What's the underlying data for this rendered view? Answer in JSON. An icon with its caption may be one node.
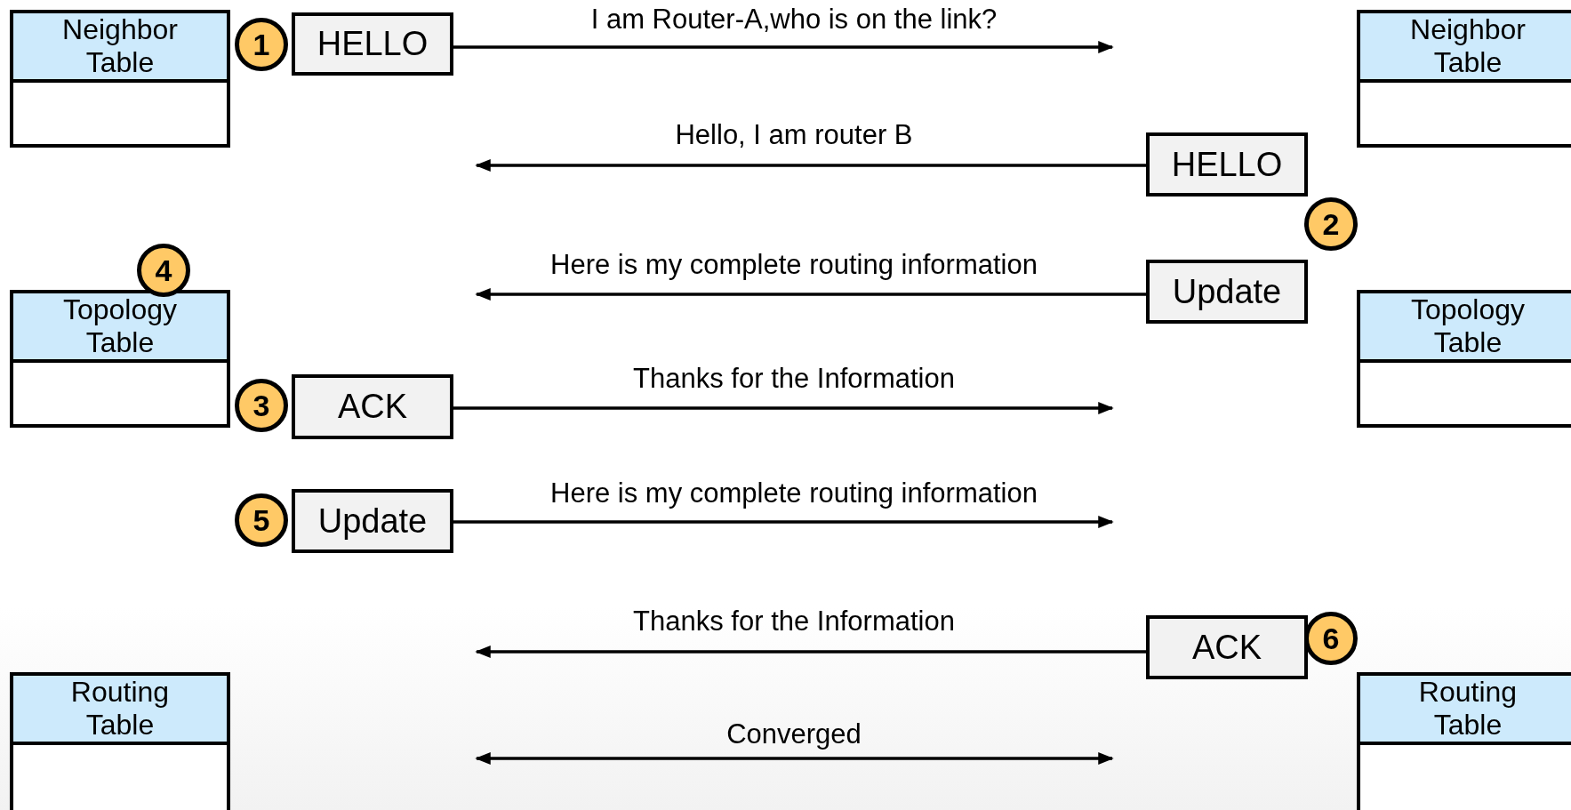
{
  "diagram": {
    "nodes": [
      {
        "text": [
          "Neighbor Table"
        ]
      },
      {
        "text": [
          "1"
        ]
      },
      {
        "text": [
          "HELLO"
        ]
      },
      {
        "text": [
          "Neighbor Table"
        ]
      },
      {
        "text": [
          "HELLO"
        ]
      },
      {
        "text": [
          "2"
        ]
      },
      {
        "text": [
          "4"
        ]
      },
      {
        "text": [
          "Update"
        ]
      },
      {
        "text": [
          "Topology Table"
        ]
      },
      {
        "text": [
          "Topology Table"
        ]
      },
      {
        "text": [
          "3"
        ]
      },
      {
        "text": [
          "ACK"
        ]
      },
      {
        "text": [
          "5"
        ]
      },
      {
        "text": [
          "Update"
        ]
      },
      {
        "text": [
          "ACK"
        ]
      },
      {
        "text": [
          "6"
        ]
      },
      {
        "text": [
          "Routing Table"
        ]
      },
      {
        "text": [
          "Routing Table"
        ]
      }
    ],
    "edges": [
      {
        "from": 2,
        "to": null,
        "arrow": "to",
        "label": "I am Router-A,who is on the link?"
      },
      {
        "from": 4,
        "to": null,
        "arrow": "to",
        "label": "Hello, I am router B"
      },
      {
        "from": 7,
        "to": null,
        "arrow": "to",
        "label": "Here is my complete routing information"
      },
      {
        "from": 11,
        "to": null,
        "arrow": "to",
        "label": "Thanks for the Information"
      },
      {
        "from": 13,
        "to": null,
        "arrow": "to",
        "label": "Here is my complete routing information"
      },
      {
        "from": 14,
        "to": null,
        "arrow": "to",
        "label": "Thanks for the Information"
      }
    ],
    "labels": [
      "Converged"
    ]
  }
}
